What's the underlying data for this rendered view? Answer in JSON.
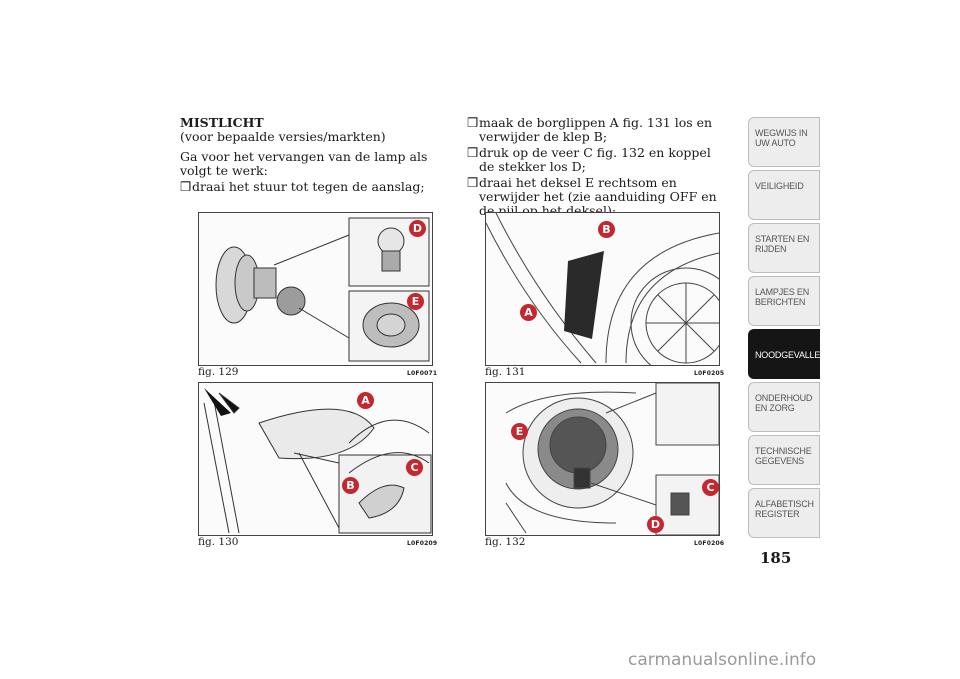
{
  "left_column": {
    "heading": "MISTLICHT",
    "subheading": "(voor bepaalde versies/markten)",
    "intro": "Ga voor het vervangen van de lamp als volgt te werk:",
    "steps": [
      "draai het stuur tot tegen de aanslag;"
    ]
  },
  "right_column": {
    "steps": [
      "maak de borglippen A fig. 131 los en verwijder de klep B;",
      "druk op de veer C fig. 132 en koppel de stekker los D;",
      "draai het deksel E rechtsom en verwijder het (zie aanduiding OFF en de pijl op het deksel);"
    ]
  },
  "bullet_symbol": "❒",
  "figures": {
    "fig129": {
      "caption": "fig. 129",
      "code": "L0F0071",
      "callouts": [
        "D",
        "E"
      ]
    },
    "fig130": {
      "caption": "fig. 130",
      "code": "L0F0209",
      "callouts": [
        "A",
        "C",
        "B"
      ]
    },
    "fig131": {
      "caption": "fig. 131",
      "code": "L0F0205",
      "callouts": [
        "B",
        "A"
      ]
    },
    "fig132": {
      "caption": "fig. 132",
      "code": "L0F0206",
      "callouts": [
        "E",
        "C",
        "D"
      ]
    }
  },
  "tabs": [
    {
      "label": "WEGWIJS IN UW AUTO",
      "active": false
    },
    {
      "label": "VEILIGHEID",
      "active": false
    },
    {
      "label": "STARTEN EN RIJDEN",
      "active": false
    },
    {
      "label": "LAMPJES EN BERICHTEN",
      "active": false
    },
    {
      "label": "NOODGEVALLEN",
      "active": true
    },
    {
      "label": "ONDERHOUD EN ZORG",
      "active": false
    },
    {
      "label": "TECHNISCHE GEGEVENS",
      "active": false
    },
    {
      "label": "ALFABETISCH REGISTER",
      "active": false
    }
  ],
  "page_number": "185",
  "watermark": "carmanualsonline.info",
  "colors": {
    "callout": "#c4272f",
    "active_tab": "#151515",
    "tab": "#ededed"
  }
}
